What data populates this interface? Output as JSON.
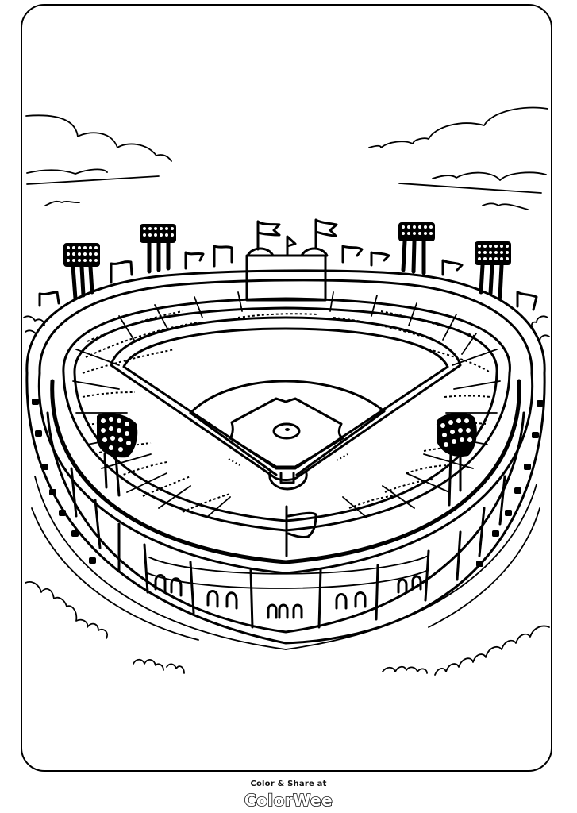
{
  "page": {
    "subject": "baseball stadium coloring page",
    "line_color": "#000000",
    "background_color": "#ffffff"
  },
  "footer": {
    "caption": "Color & Share at",
    "brand": "ColorWee"
  },
  "icons": {
    "clouds": "cloud-outline",
    "flags": "pennant-flag",
    "lights": "stadium-floodlight",
    "field": "baseball-diamond",
    "bushes": "bush-outline"
  }
}
